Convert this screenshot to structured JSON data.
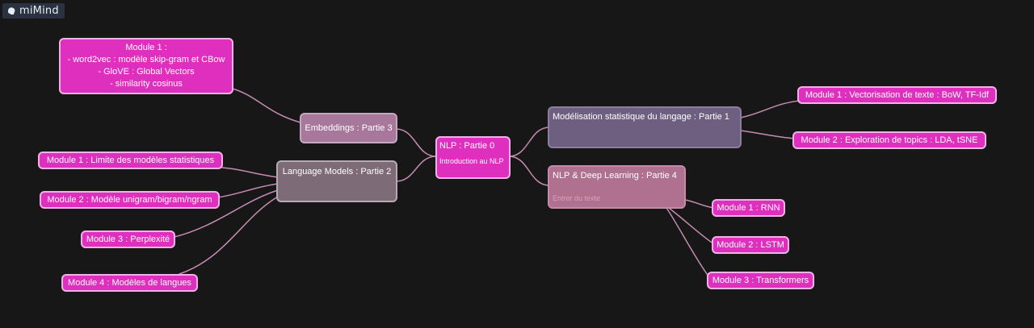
{
  "app": {
    "name": "miMind"
  },
  "colors": {
    "background": "#171717",
    "node_pink": "#df2fbe",
    "link": "#c58bb1"
  },
  "center": {
    "title": "NLP : Partie 0",
    "subtitle": "Introduction au NLP"
  },
  "embeddings": {
    "title": "Embeddings : Partie 3",
    "module1": [
      "Module 1 :",
      "- word2vec : modèle skip-gram et CBow",
      "- GloVE : Global Vectors",
      "- similarity  cosinus"
    ]
  },
  "language_models": {
    "title": "Language Models : Partie 2",
    "modules": [
      "Module 1 : Limite des modèles statistiques",
      "Module 2 : Modèle unigram/bigram/ngram",
      "Module 3 : Perplexité",
      "Module 4 : Modèles de langues"
    ]
  },
  "statistique": {
    "title": "Modélisation statistique du langage : Partie 1",
    "modules": [
      "Module 1 : Vectorisation de texte : BoW, TF-Idf",
      "Module 2 : Exploration de topics : LDA, tSNE"
    ]
  },
  "deep": {
    "title": "NLP & Deep Learning : Partie 4",
    "placeholder": "Entrer du texte",
    "modules": [
      "Module 1 : RNN",
      "Module 2 : LSTM",
      "Module 3 : Transformers"
    ]
  }
}
